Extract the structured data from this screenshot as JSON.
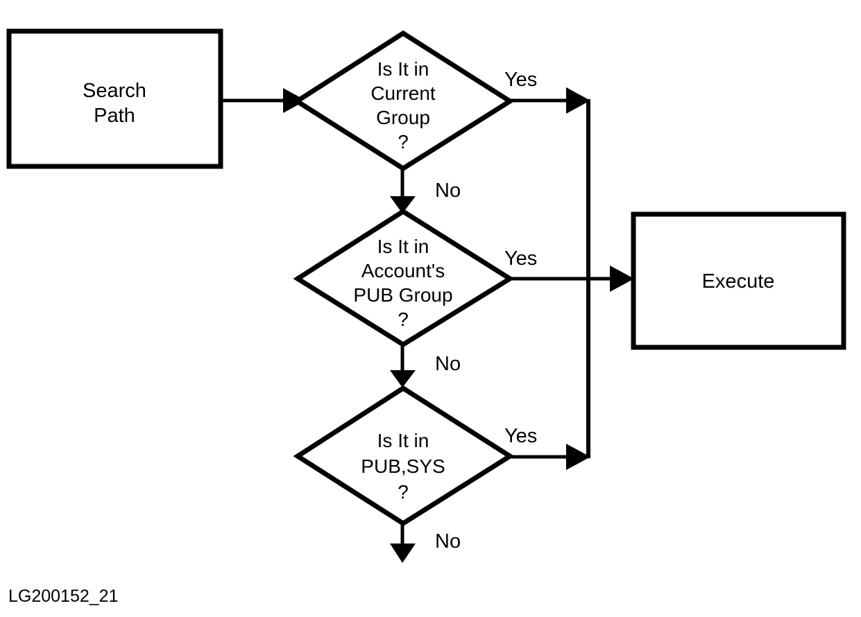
{
  "figure": {
    "caption": "LG200152_21",
    "background_color": "#ffffff",
    "stroke_color": "#000000"
  },
  "nodes": {
    "search_path": {
      "label_line1": "Search",
      "label_line2": "Path",
      "shape": "rectangle"
    },
    "execute": {
      "label": "Execute",
      "shape": "rectangle"
    },
    "decision1": {
      "line1": "Is It in",
      "line2": "Current",
      "line3": "Group",
      "line4": "?",
      "shape": "diamond"
    },
    "decision2": {
      "line1": "Is It in",
      "line2": "Account's",
      "line3": "PUB Group",
      "line4": "?",
      "shape": "diamond"
    },
    "decision3": {
      "line1": "Is It in",
      "line2": "PUB,SYS",
      "line3": "?",
      "shape": "diamond"
    }
  },
  "edges": {
    "d1_yes": "Yes",
    "d1_no": "No",
    "d2_yes": "Yes",
    "d2_no": "No",
    "d3_yes": "Yes",
    "d3_no": "No"
  }
}
